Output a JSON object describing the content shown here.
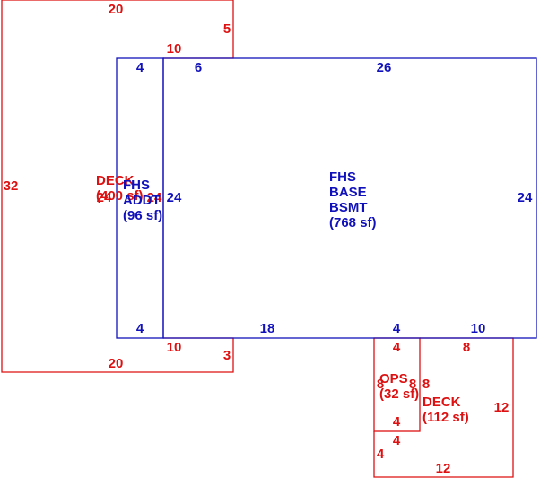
{
  "colors": {
    "deck": "#dd1111",
    "house": "#1111bb",
    "background": "#ffffff"
  },
  "areas": {
    "deck_large": {
      "name": "DECK",
      "area": "(400 sf)"
    },
    "fhs_addt": {
      "name1": "FHS",
      "name2": "ADDT",
      "area": "(96 sf)"
    },
    "fhs_base": {
      "name1": "FHS",
      "name2": "BASE",
      "name3": "BSMT",
      "area": "(768 sf)"
    },
    "ops": {
      "name": "OPS",
      "area": "(32 sf)"
    },
    "deck_small": {
      "name": "DECK",
      "area": "(112 sf)"
    }
  },
  "dimensions": {
    "deck_top": "20",
    "deck_step_right": "5",
    "deck_step_top": "10",
    "deck_left": "32",
    "deck_bottom": "20",
    "deck_step_bottom": "10",
    "deck_step_right_low": "3",
    "deck_overlap_24a": "24",
    "deck_overlap_24b": "24",
    "addt_top": "4",
    "addt_bottom": "4",
    "addt_side_24": "24",
    "base_top_6": "6",
    "base_top_26": "26",
    "base_right": "24",
    "base_bottom_18": "18",
    "base_bottom_4": "4",
    "base_bottom_10": "10",
    "ops_top": "4",
    "ops_left": "8",
    "ops_right": "8",
    "ops_bottom": "4",
    "deck2_top": "8",
    "deck2_right": "12",
    "deck2_bottom": "12",
    "deck2_left": "4",
    "deck2_step": "4"
  }
}
